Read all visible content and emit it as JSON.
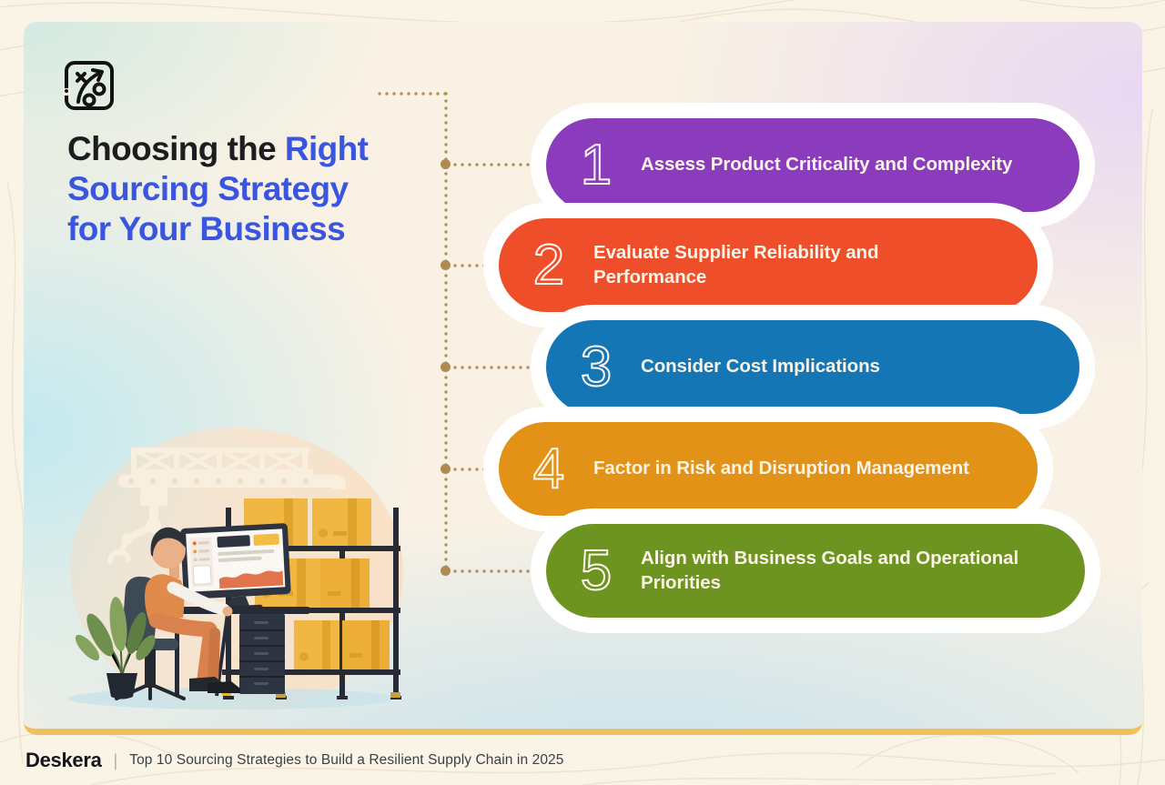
{
  "title": {
    "dark": "Choosing the ",
    "accent": "Right\nSourcing Strategy\nfor Your Business"
  },
  "steps": [
    {
      "num": "1",
      "label": "Assess Product Criticality and Complexity",
      "color": "#8a3cbd"
    },
    {
      "num": "2",
      "label": "Evaluate Supplier Reliability and\nPerformance",
      "color": "#ef4e2b"
    },
    {
      "num": "3",
      "label": "Consider Cost Implications",
      "color": "#1576b6"
    },
    {
      "num": "4",
      "label": "Factor in Risk and Disruption Management",
      "color": "#e29217"
    },
    {
      "num": "5",
      "label": "Align with Business Goals and Operational\nPriorities",
      "color": "#6d9321"
    }
  ],
  "footer": {
    "brand": "Deskera",
    "divider": "|",
    "tagline": "Top 10 Sourcing Strategies to Build a Resilient Supply Chain in 2025"
  },
  "icons": {
    "header": "strategy-plan-icon"
  },
  "colors": {
    "title_accent_blue": "#3a56de",
    "connector_gold": "#b29055",
    "bottom_bar_gold": "#efc05c",
    "pill_text_cream": "#faf3e7",
    "outer_background_cream": "#faf4e7"
  },
  "illustration": {
    "alt": "Person at a desk with a computer dashboard in a warehouse with shelves of boxes and an overhead robotic arm"
  }
}
